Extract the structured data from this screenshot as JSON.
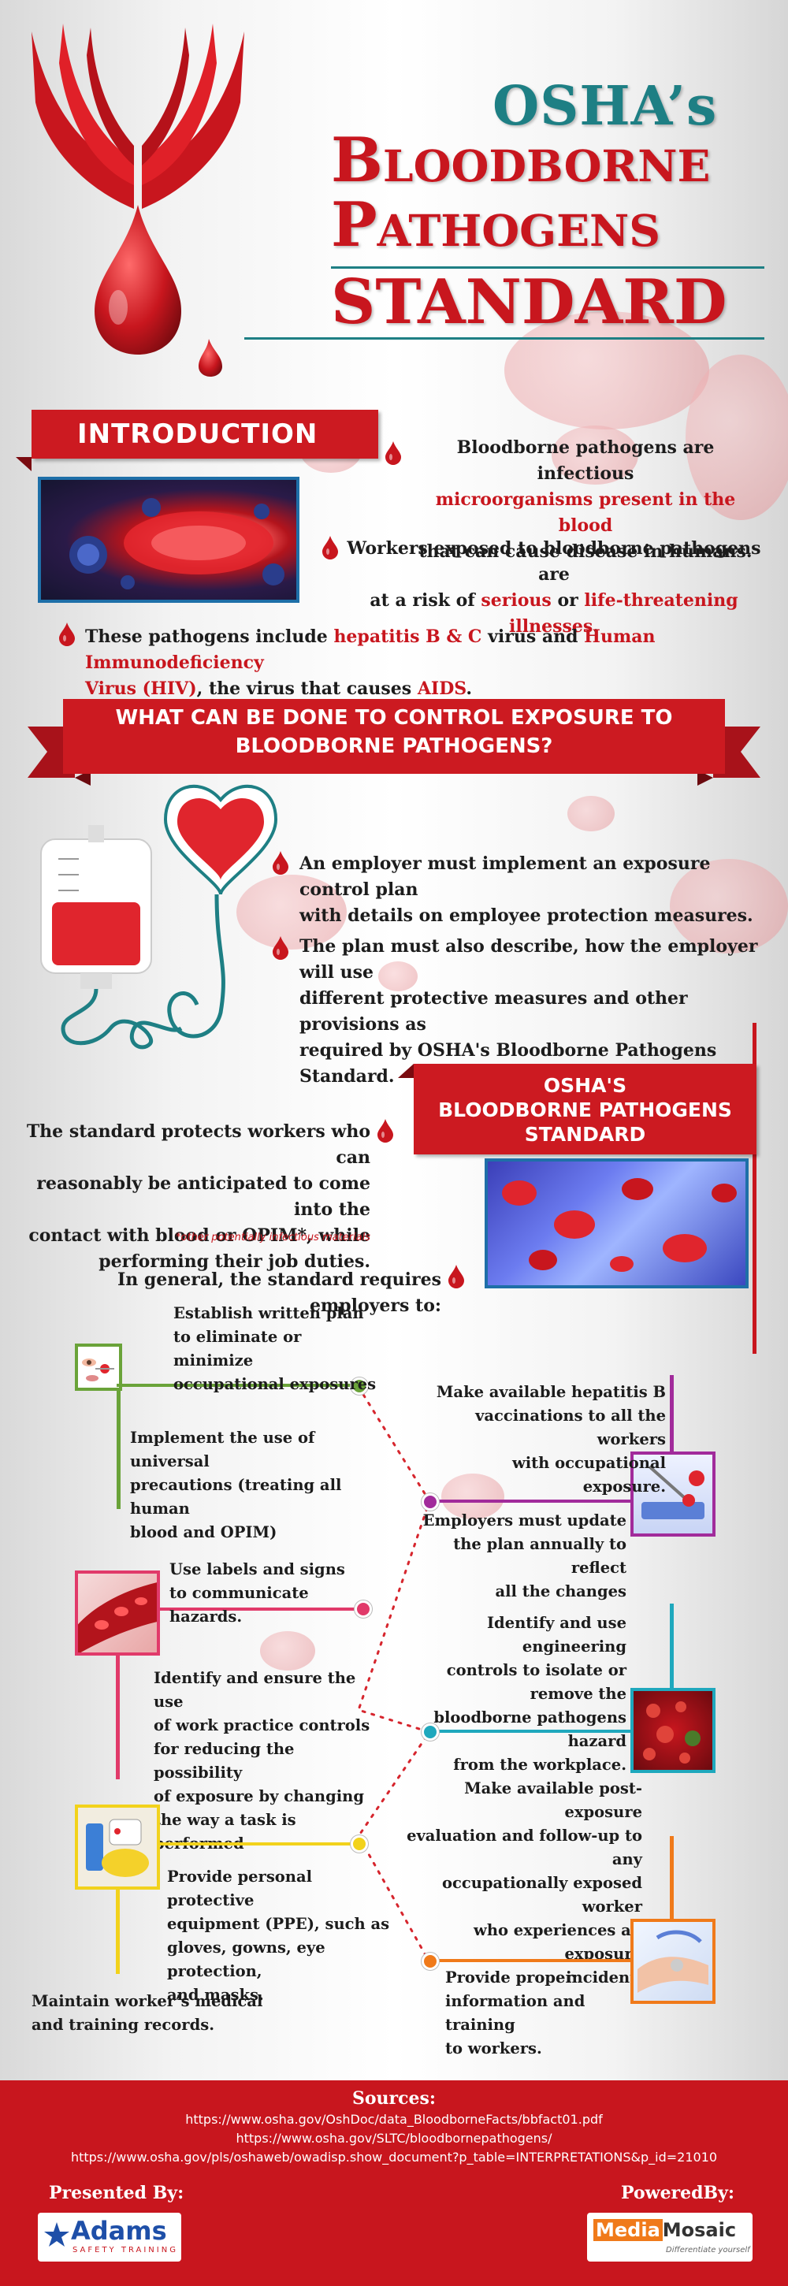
{
  "header": {
    "title_line1": "OSHA’s",
    "title_line2": "Bloodborne",
    "title_line3": "Pathogens",
    "title_line4": "STANDARD"
  },
  "intro": {
    "heading": "INTRODUCTION",
    "p1_a": "Bloodborne pathogens are infectious",
    "p1_b": "microorganisms present in the blood",
    "p1_c": "that can cause disease in humans.",
    "p2_a": "Workers exposed to bloodborne pathogens are",
    "p2_b1": "at a risk of ",
    "p2_b2": "serious",
    "p2_b3": " or ",
    "p2_b4": "life-threatening illnesses",
    "p2_b5": ".",
    "p3_a1": "These pathogens include ",
    "p3_a2": "hepatitis B & C",
    "p3_a3": " virus and ",
    "p3_a4": "Human Immunodeficiency",
    "p3_b1": "Virus (HIV)",
    "p3_b2": ", the virus that causes ",
    "p3_b3": "AIDS",
    "p3_b4": "."
  },
  "control": {
    "heading_line1": "WHAT CAN BE DONE TO CONTROL EXPOSURE TO",
    "heading_line2": "BLOODBORNE PATHOGENS?",
    "p1_a": "An employer must implement an exposure control plan",
    "p1_b": "with details on employee protection measures.",
    "p2_a": "The plan must also describe, how the employer will use",
    "p2_b": "different protective measures and other provisions as",
    "p2_c": "required by OSHA's Bloodborne Pathogens Standard."
  },
  "standard": {
    "heading_line1": "OSHA'S",
    "heading_line2": "BLOODBORNE PATHOGENS",
    "heading_line3": "STANDARD",
    "p1_a": "The standard protects workers who can",
    "p1_b": "reasonably be anticipated to come into the",
    "p1_c": "contact with blood or OPIM*, while",
    "p1_d": "performing their job duties.",
    "footnote": "*other potentially infectious materials",
    "requires": "In general, the standard requires employers to:"
  },
  "steps": {
    "s1": [
      "Establish written plan",
      "to eliminate or minimize",
      "occupational exposures"
    ],
    "s2": [
      "Implement the use of universal",
      "precautions (treating all human",
      "blood and OPIM)"
    ],
    "s3": [
      "Make available hepatitis B",
      "vaccinations to all the workers",
      "with occupational exposure."
    ],
    "s4": [
      "Employers must update",
      "the plan annually to reflect",
      "all the changes"
    ],
    "s5": [
      "Use labels and signs",
      "to communicate hazards."
    ],
    "s6": [
      "Identify and use engineering",
      "controls to isolate or remove the",
      "bloodborne pathogens hazard",
      "from the workplace."
    ],
    "s7": [
      "Identify and ensure the use",
      "of work practice controls",
      "for reducing the possibility",
      "of exposure by changing",
      "the way a task is performed"
    ],
    "s8": [
      "Make available post-exposure",
      "evaluation and follow-up to any",
      "occupationally exposed worker",
      "who experiences an exposure",
      "incident."
    ],
    "s9": [
      "Provide personal protective",
      "equipment (PPE), such as",
      "gloves, gowns, eye protection,",
      "and masks."
    ],
    "s10": [
      "Maintain worker’s medical",
      "and training records."
    ],
    "s11": [
      "Provide proper",
      "information and training",
      "to workers."
    ]
  },
  "footer": {
    "sources_label": "Sources:",
    "source1": "https://www.osha.gov/OshDoc/data_BloodborneFacts/bbfact01.pdf",
    "source2": "https://www.osha.gov/SLTC/bloodbornepathogens/",
    "source3": "https://www.osha.gov/pls/oshaweb/owadisp.show_document?p_table=INTERPRETATIONS&p_id=21010",
    "presented_by": "Presented By:",
    "powered_by": "PoweredBy:",
    "adams_logo": "Adams",
    "adams_tagline": "SAFETY TRAINING",
    "mm_logo_a": "Media",
    "mm_logo_b": "Mosaic",
    "mm_tagline": "Differentiate yourself"
  },
  "colors": {
    "brand_red": "#c8161e",
    "teal": "#1f7c80",
    "green": "#6aa339",
    "purple": "#a12b9b",
    "pink": "#e13a6a",
    "cyan": "#1fa8bd",
    "yellow": "#f2d21b",
    "orange": "#f07a1a"
  }
}
